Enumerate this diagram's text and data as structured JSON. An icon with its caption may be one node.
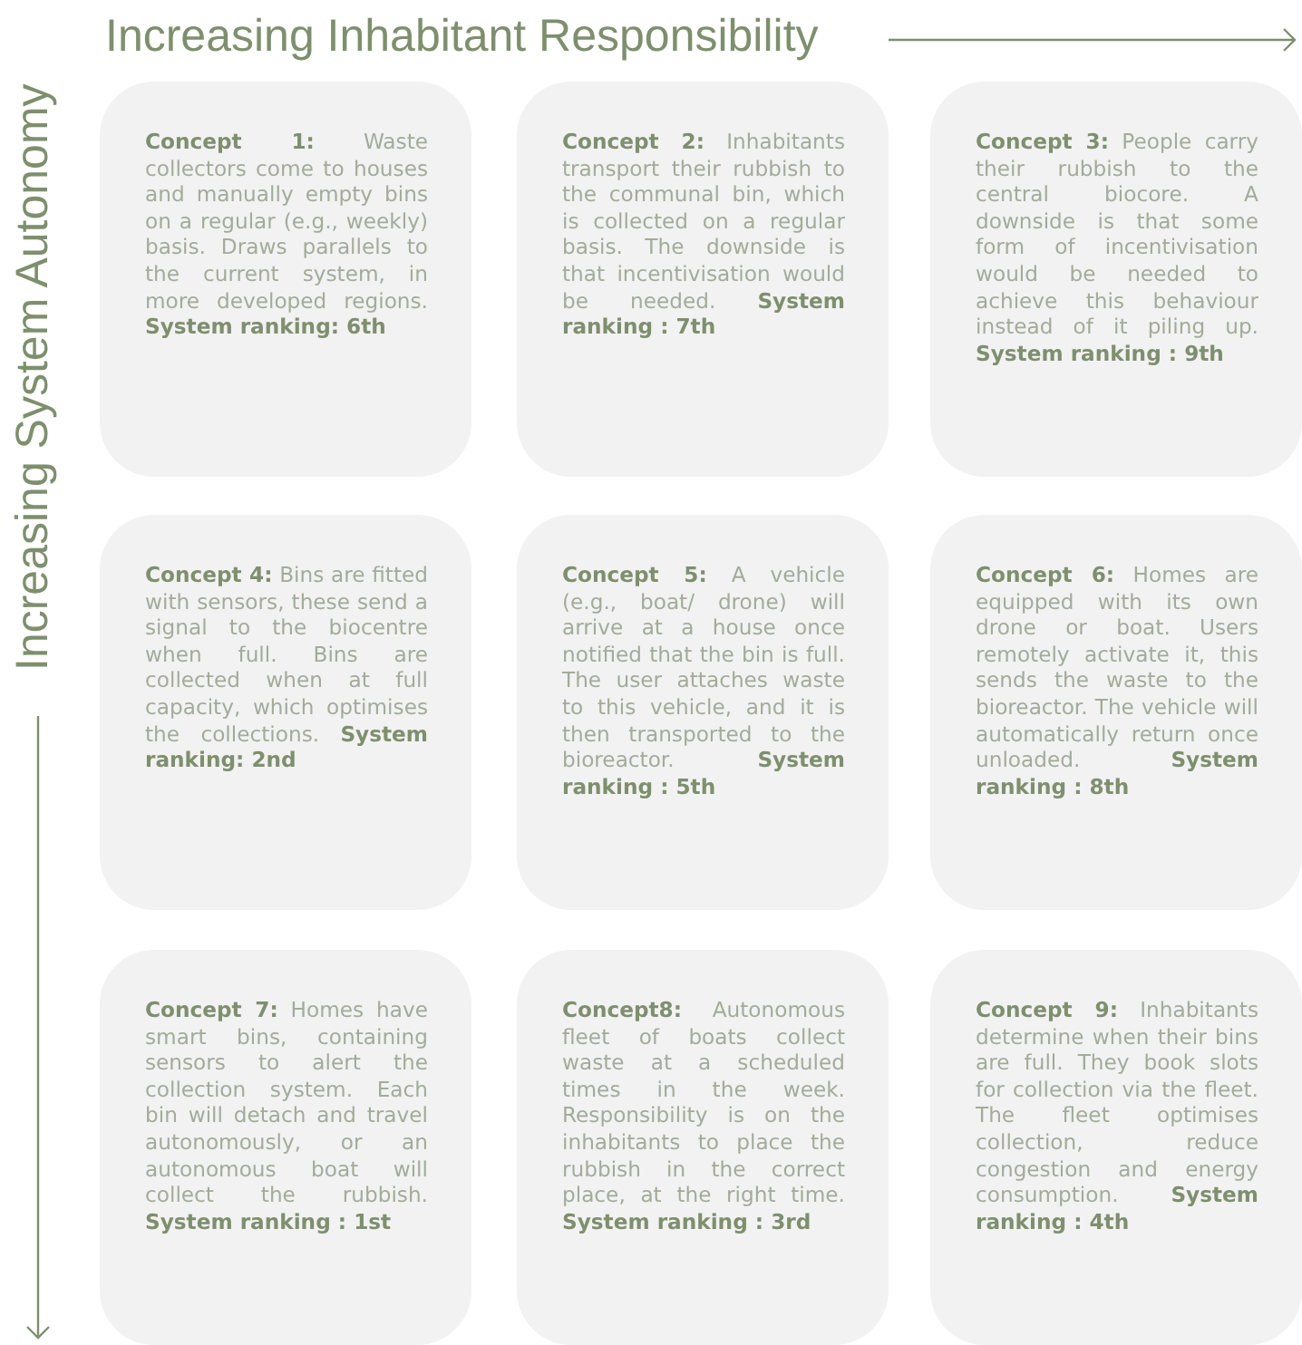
{
  "diagram": {
    "nodes": [
      {
        "text": [
          "**Concept 1:** Waste collectors come to houses and manually empty bins on a regular (e.g., weekly) basis. Draws parallels to the current system, in more developed regions. **System ranking: 6th**"
        ]
      },
      {
        "text": [
          "**Concept 2:** Inhabitants transport their rubbish to the communal bin, which is collected on a regular basis. The downside is that incentivisation would be needed. **System ranking : 7th**"
        ]
      },
      {
        "text": [
          "**Concept 3:** People carry their rubbish to the central biocore. A downside is that some form of incentivisation would be needed to achieve this behaviour instead of it piling up. **System ranking : 9th**"
        ]
      },
      {
        "text": [
          "**Concept 4:** Bins are fitted with sensors, these send a signal to the biocentre when full. Bins are collected when at full capacity, which optimises the collections. **System ranking: 2nd**"
        ]
      },
      {
        "text": [
          "**Concept 5:** A vehicle (e.g., boat/ drone) will arrive at a house once notified that the bin is full. The user attaches waste to this vehicle, and it is then transported to the bioreactor. **System ranking : 5th**"
        ]
      },
      {
        "text": [
          "**Concept 6:** Homes are equipped with its own drone or boat. Users remotely activate it, this sends the waste to the bioreactor. The vehicle will automatically return once unloaded. **System ranking : 8th**"
        ]
      },
      {
        "text": [
          "**Concept 7:** Homes have smart bins, containing sensors to alert the collection system. Each bin will detach and travel autonomously, or an autonomous boat will collect the rubbish. **System ranking : 1st**"
        ]
      },
      {
        "text": [
          "**Concept8:** Autonomous fleet of boats collect waste at a scheduled times in the week. Responsibility is on the inhabitants to place the rubbish in the correct place, at the right time. **System ranking : 3rd**"
        ]
      },
      {
        "text": [
          "**Concept 9:** Inhabitants determine when their bins are full. They book slots for collection via the fleet. The fleet optimises collection, reduce congestion and energy consumption. **System ranking : 4th**"
        ]
      }
    ],
    "labels": [
      "Increasing Inhabitant Responsibility",
      "Increasing System Autonomy"
    ]
  }
}
